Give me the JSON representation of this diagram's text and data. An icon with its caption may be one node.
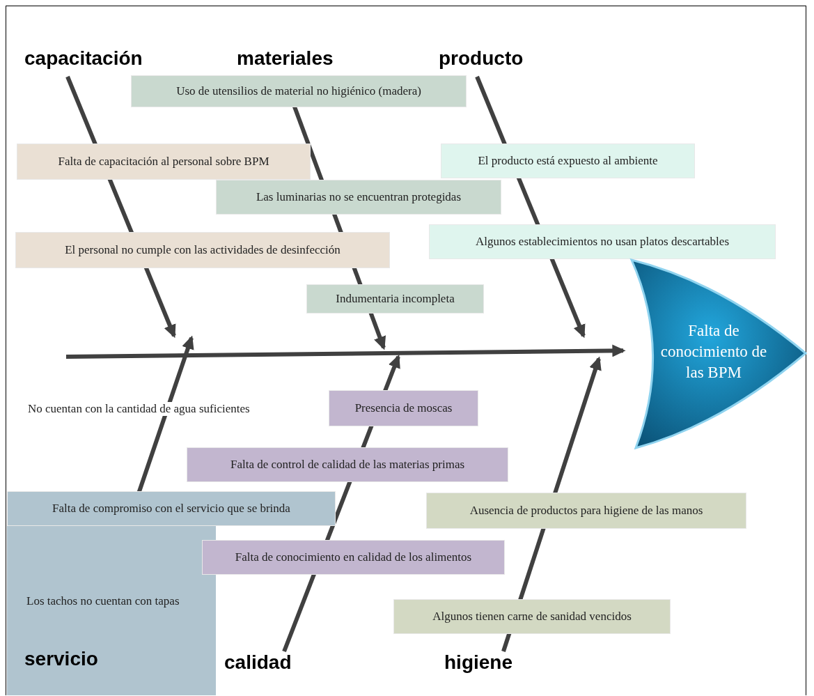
{
  "diagram": {
    "nodes": [
      {
        "text": [
          "capacitación"
        ]
      },
      {
        "text": [
          "materiales"
        ]
      },
      {
        "text": [
          "producto"
        ]
      },
      {
        "text": [
          "Uso de utensilios de material no higiénico (madera)"
        ]
      },
      {
        "text": [
          "Falta de capacitación al personal sobre BPM"
        ]
      },
      {
        "text": [
          "El producto está expuesto al ambiente"
        ]
      },
      {
        "text": [
          "Las luminarias no se encuentran protegidas"
        ]
      },
      {
        "text": [
          "Algunos establecimientos no usan platos descartables"
        ]
      },
      {
        "text": [
          "El personal no cumple con las actividades de desinfección"
        ]
      },
      {
        "text": [
          "Indumentaria incompleta"
        ]
      },
      {
        "text": [
          "Falta de conocimiento de las BPM"
        ]
      },
      {
        "text": [
          "Presencia de moscas"
        ]
      },
      {
        "text": [
          "Falta de control de calidad de las materias primas"
        ]
      },
      {
        "text": [
          "Ausencia de productos para higiene de las  manos"
        ]
      },
      {
        "text": [
          "Falta de compromiso con el servicio que se brinda"
        ]
      },
      {
        "text": [
          "Los tachos no cuentan con tapas",
          "servicio"
        ]
      },
      {
        "text": [
          "Falta de conocimiento en calidad de los alimentos"
        ]
      },
      {
        "text": [
          "Algunos tienen carne de sanidad vencidos"
        ]
      },
      {
        "text": [
          "calidad"
        ]
      },
      {
        "text": [
          "higiene"
        ]
      }
    ],
    "edges": [
      {
        "from": 0,
        "to": null,
        "arrow": "to"
      },
      {
        "from": 1,
        "to": null,
        "arrow": "to"
      },
      {
        "from": 2,
        "to": null,
        "arrow": "to"
      },
      {
        "from": null,
        "to": 10,
        "arrow": "to"
      },
      {
        "from": 15,
        "to": null,
        "arrow": "to"
      },
      {
        "from": 18,
        "to": null,
        "arrow": "to"
      },
      {
        "from": 19,
        "to": null,
        "arrow": "to"
      }
    ],
    "labels": [
      "No cuentan con la cantidad de agua suficientes"
    ]
  }
}
